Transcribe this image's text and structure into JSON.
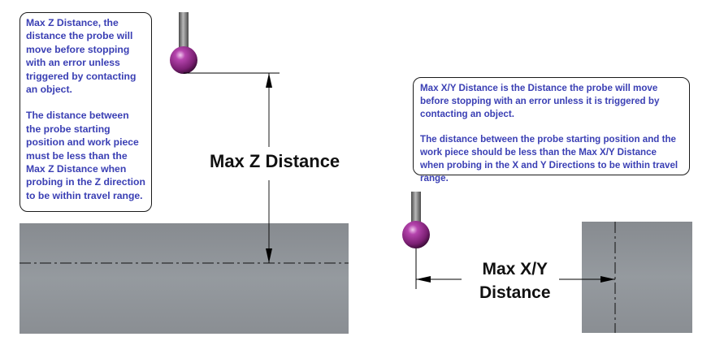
{
  "z_callout": {
    "paragraph1": "Max Z Distance, the distance the probe will move before stopping with an error unless triggered by contacting an object.",
    "paragraph2": "The distance between the probe starting position and work piece must be less than the Max Z Distance when probing in the Z direction to be within travel range."
  },
  "xy_callout": {
    "paragraph1": "Max X/Y Distance is the Distance the probe will move before stopping with an error unless it is triggered by contacting an object.",
    "paragraph2": "The distance between the probe starting position and the work piece should be less than the Max X/Y Distance when probing in the X and Y Directions to be within travel range."
  },
  "z_dimension": {
    "label": "Max Z Distance"
  },
  "xy_dimension": {
    "line1": "Max X/Y",
    "line2": "Distance"
  },
  "colors": {
    "callout_text": "#3a3fb4",
    "probe_ball": "#8e2a86",
    "probe_shaft": "#6b6b6b",
    "workpiece": "#8d9196"
  }
}
